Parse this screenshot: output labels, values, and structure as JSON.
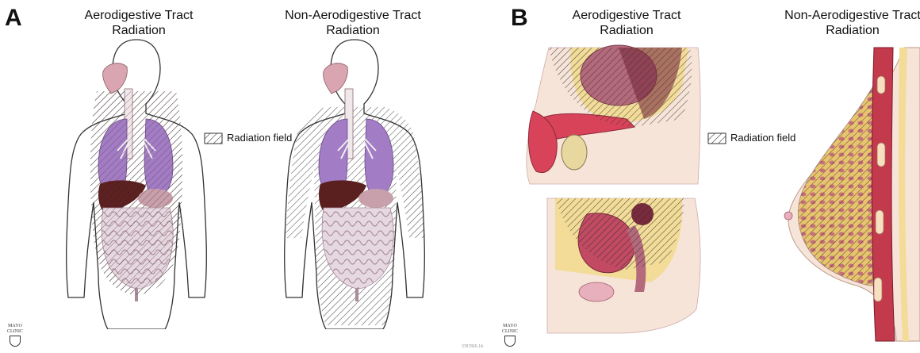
{
  "panel_a": {
    "letter": "A",
    "left_title_line1": "Aerodigestive Tract",
    "left_title_line2": "Radiation",
    "right_title_line1": "Non-Aerodigestive Tract",
    "right_title_line2": "Radiation",
    "legend_label": "Radiation field"
  },
  "panel_b": {
    "letter": "B",
    "left_title_line1": "Aerodigestive Tract",
    "left_title_line2": "Radiation",
    "right_title_line1": "Non-Aerodigestive Tract",
    "right_title_line2": "Radiation",
    "legend_label": "Radiation field"
  },
  "logo": {
    "line1": "MAYO",
    "line2": "CLINIC"
  },
  "figure_id": "3787865-1A",
  "colors": {
    "lung": "#a27cc4",
    "liver": "#5a1f1f",
    "intestine": "#e6d8e0",
    "organ_pink": "#d9a5b0",
    "skin": "#f7e4d8",
    "fat": "#f2dc98",
    "tissue_red": "#c23a4c",
    "hatch": "#333333"
  }
}
